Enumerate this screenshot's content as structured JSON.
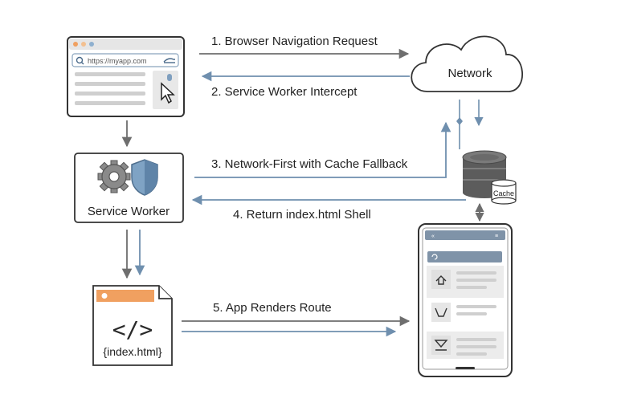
{
  "browser": {
    "url": "https://myapp.com"
  },
  "network": {
    "label": "Network"
  },
  "service_worker": {
    "label": "Service Worker"
  },
  "cache": {
    "label": "Cache"
  },
  "file": {
    "label": "{index.html}",
    "code": "</>"
  },
  "steps": [
    {
      "label": "1. Browser Navigation Request"
    },
    {
      "label": "2. Service Worker Intercept"
    },
    {
      "label": "3. Network-First with Cache Fallback"
    },
    {
      "label": "4. Return index.html Shell"
    },
    {
      "label": "5. App Renders Route"
    }
  ],
  "colors": {
    "arrow_gray": "#6e6e6e",
    "arrow_blue": "#6f8fae",
    "accent_orange": "#f0a060",
    "shield_blue": "#7fa3c4",
    "phone_bar": "#7f93a8"
  }
}
